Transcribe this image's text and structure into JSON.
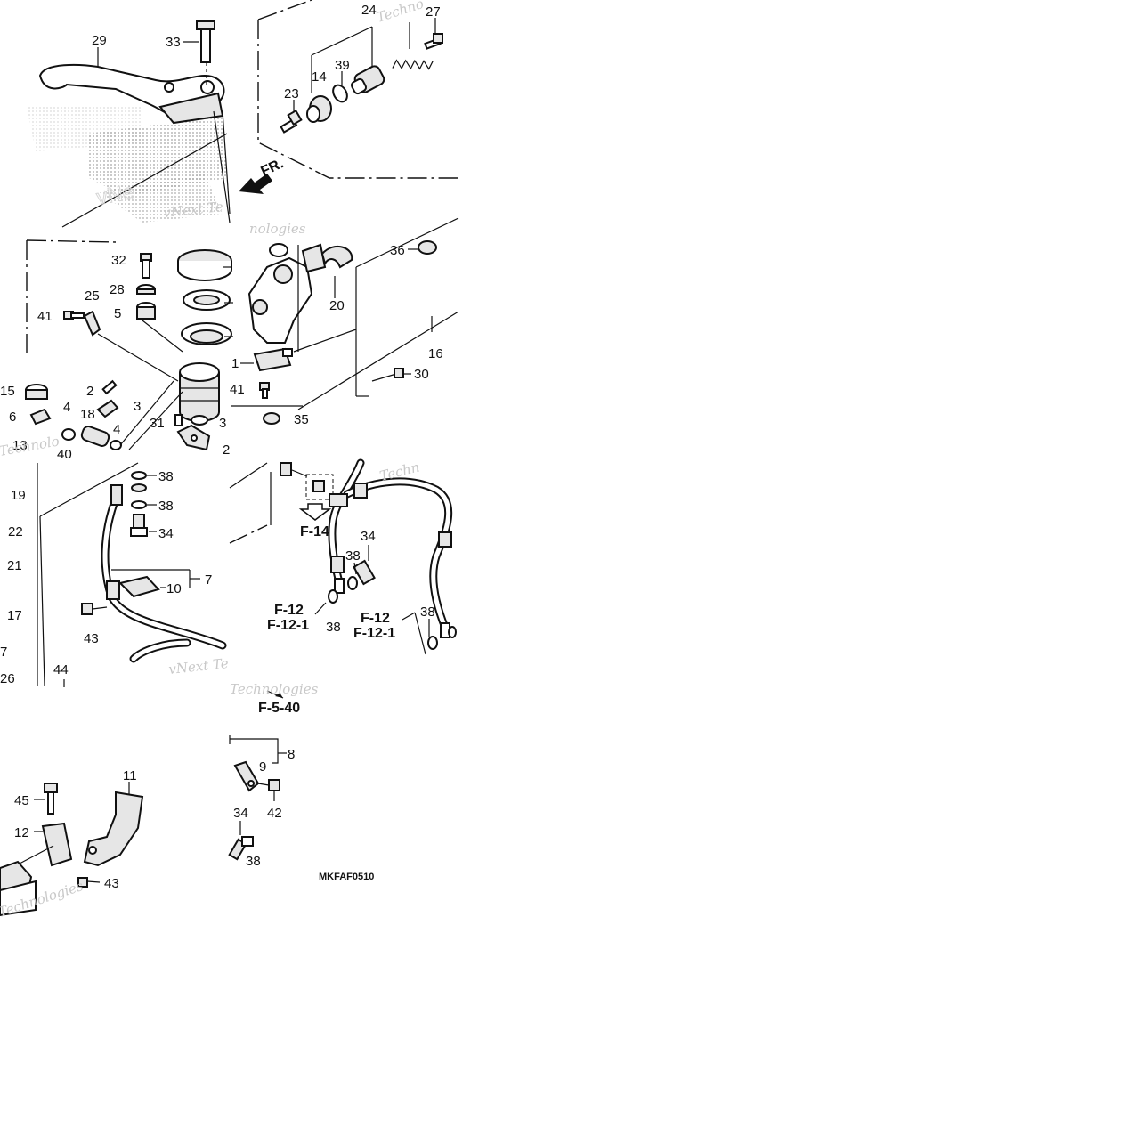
{
  "diagram": {
    "callouts": {
      "n29": "29",
      "n33": "33",
      "n24": "24",
      "n27": "27",
      "n14": "14",
      "n39": "39",
      "n23": "23",
      "n36": "36",
      "n20": "20",
      "n16": "16",
      "n30": "30",
      "n1": "1",
      "n41a": "41",
      "n41b": "41",
      "n32": "32",
      "n28": "28",
      "n5": "5",
      "n25": "25",
      "n15": "15",
      "n2a": "2",
      "n3a": "3",
      "n6": "6",
      "n4a": "4",
      "n4b": "4",
      "n18": "18",
      "n13": "13",
      "n40": "40",
      "n31": "31",
      "n3b": "3",
      "n2b": "2",
      "n35": "35",
      "n38a": "38",
      "n38b": "38",
      "n34a": "34",
      "n19": "19",
      "n22": "22",
      "n21": "21",
      "n17": "17",
      "n7a": "7",
      "n10": "10",
      "n7b": "7",
      "n43a": "43",
      "n44": "44",
      "n26": "26",
      "n34b": "34",
      "n38c": "38",
      "n38d": "38",
      "n38e": "38",
      "n8": "8",
      "n9": "9",
      "n42": "42",
      "n34c": "34",
      "n38f": "38",
      "n11": "11",
      "n45": "45",
      "n12": "12",
      "n43b": "43"
    },
    "references": {
      "fr_arrow": "FR.",
      "f14": "F-14",
      "f12a": "F-12",
      "f121a": "F-12-1",
      "f12b": "F-12",
      "f121b": "F-12-1",
      "f540": "F-5-40"
    },
    "figure_code": "MKFAF0510",
    "watermarks": {
      "wm1": "vNext Te",
      "wm2": "Technologies",
      "wm3": "vNext Te",
      "wm4": "Technologies",
      "wm5": "Techno",
      "wm6": "Technolo",
      "wm7": "nologies",
      "wm8": "vNe",
      "wm9": "Techn"
    }
  }
}
